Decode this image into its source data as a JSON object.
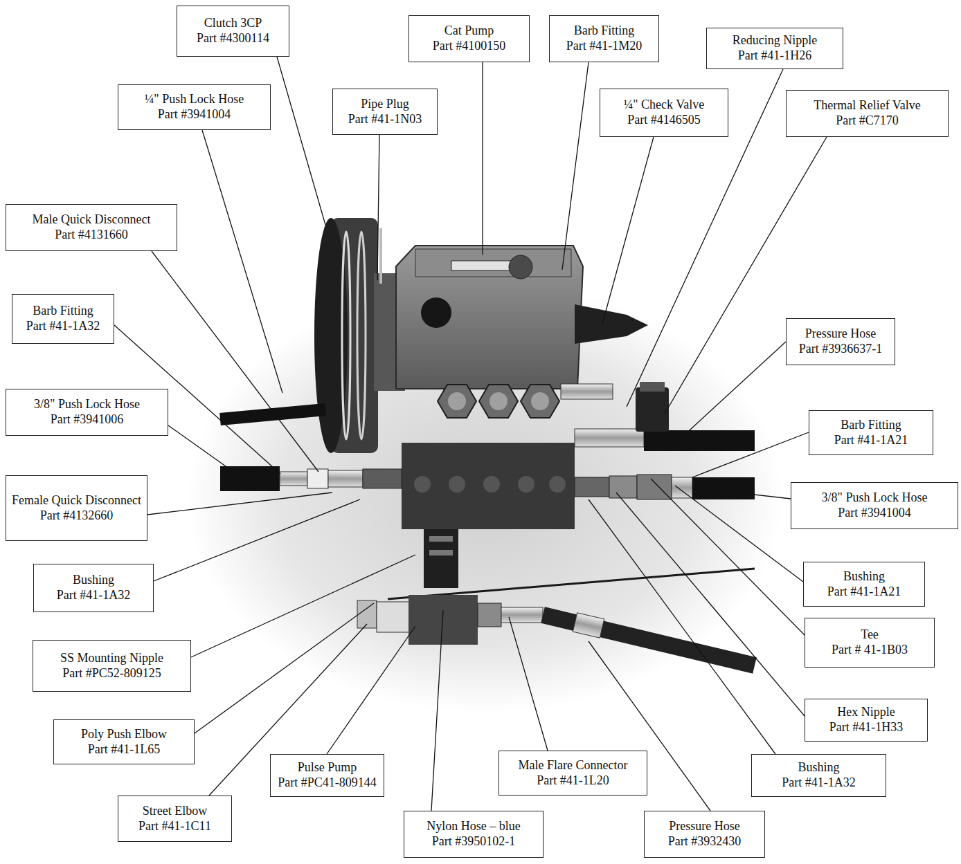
{
  "diagram": {
    "nodes": [
      {
        "text": [
          "Clutch 3CP",
          "Part #4300114"
        ]
      },
      {
        "text": [
          "Cat Pump",
          "Part #4100150"
        ]
      },
      {
        "text": [
          "Barb Fitting",
          "Part #41-1M20"
        ]
      },
      {
        "text": [
          "Reducing Nipple",
          "Part #41-1H26"
        ]
      },
      {
        "text": [
          "¼\" Push Lock Hose",
          "Part #3941004"
        ]
      },
      {
        "text": [
          "Pipe Plug",
          "Part #41-1N03"
        ]
      },
      {
        "text": [
          "¼\" Check Valve",
          "Part #4146505"
        ]
      },
      {
        "text": [
          "Thermal Relief Valve",
          "Part #C7170"
        ]
      },
      {
        "text": [
          "Male Quick Disconnect",
          "Part #4131660"
        ]
      },
      {
        "text": [
          "Barb Fitting",
          "Part #41-1A32"
        ]
      },
      {
        "text": [
          "Pressure Hose",
          "Part #3936637-1"
        ]
      },
      {
        "text": [
          "3/8\" Push Lock Hose",
          "Part #3941006"
        ]
      },
      {
        "text": [
          "Barb Fitting",
          "Part #41-1A21"
        ]
      },
      {
        "text": [
          "Female Quick Disconnect",
          "Part #4132660"
        ]
      },
      {
        "text": [
          "3/8\" Push Lock Hose",
          "Part #3941004"
        ]
      },
      {
        "text": [
          "Bushing",
          "Part #41-1A32"
        ]
      },
      {
        "text": [
          "Bushing",
          "Part #41-1A21"
        ]
      },
      {
        "text": [
          "Tee",
          "Part # 41-1B03"
        ]
      },
      {
        "text": [
          "SS Mounting Nipple",
          "Part #PC52-809125"
        ]
      },
      {
        "text": [
          "Hex Nipple",
          "Part #41-1H33"
        ]
      },
      {
        "text": [
          "Poly Push Elbow",
          "Part #41-1L65"
        ]
      },
      {
        "text": [
          "Pulse Pump",
          "Part #PC41-809144"
        ]
      },
      {
        "text": [
          "Male Flare Connector",
          "Part #41-1L20"
        ]
      },
      {
        "text": [
          "Bushing",
          "Part #41-1A32"
        ]
      },
      {
        "text": [
          "Street Elbow",
          "Part #41-1C11"
        ]
      },
      {
        "text": [
          "Nylon Hose – blue",
          "Part #3950102-1"
        ]
      },
      {
        "text": [
          "Pressure Hose",
          "Part #3932430"
        ]
      }
    ]
  }
}
